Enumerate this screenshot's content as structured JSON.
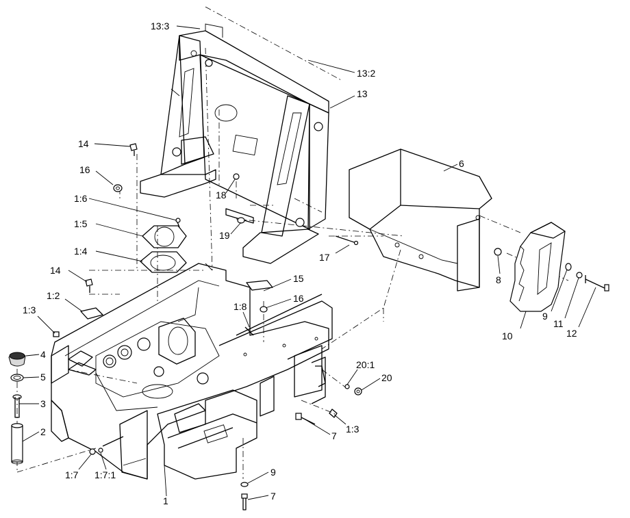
{
  "callouts": [
    "13:3",
    "13:2",
    "13",
    "14",
    "16",
    "18",
    "6",
    "1:6",
    "1:5",
    "1:4",
    "19",
    "17",
    "14",
    "15",
    "16",
    "8",
    "9",
    "11",
    "12",
    "10",
    "1:2",
    "1:8",
    "1:3",
    "4",
    "5",
    "3",
    "2",
    "20:1",
    "20",
    "7",
    "1:3",
    "1:7",
    "1:7:1",
    "1",
    "9",
    "7"
  ]
}
